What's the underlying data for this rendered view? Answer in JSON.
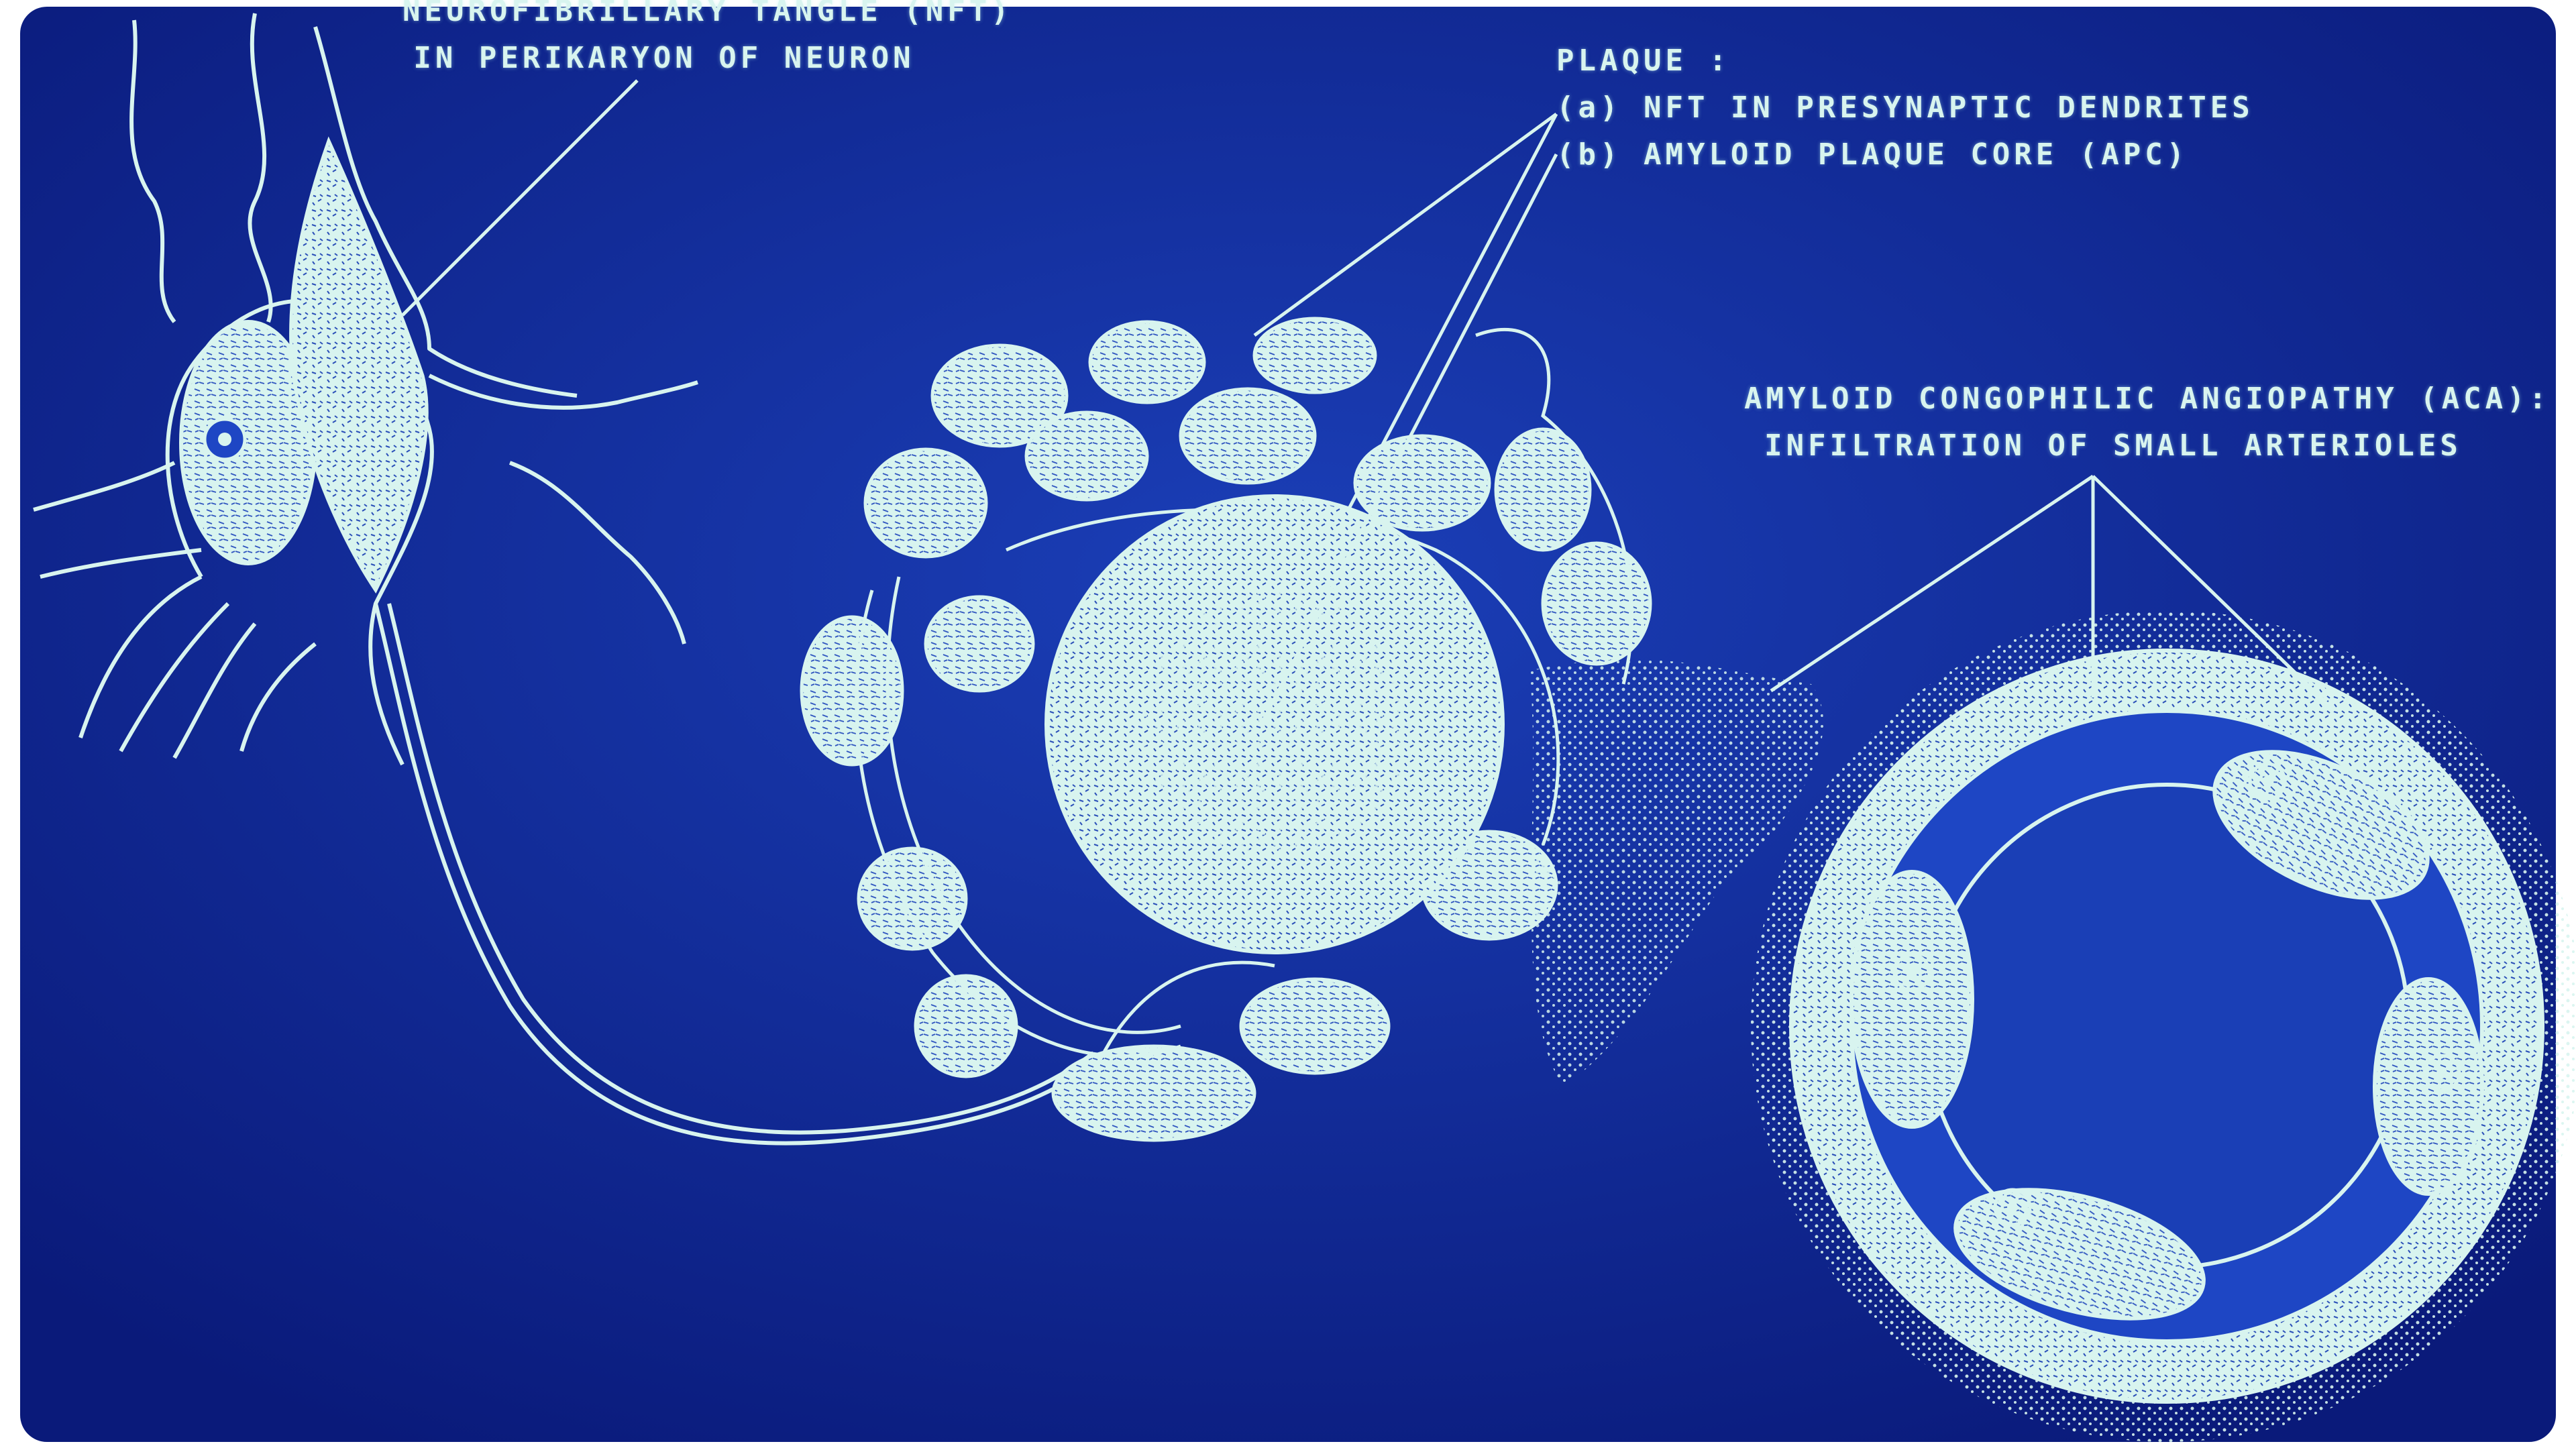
{
  "colors": {
    "background_center": "#1b3fb8",
    "background_edge": "#0a1a7a",
    "ink": "#d8f4ef"
  },
  "labels": {
    "nft_line1": "NEUROFIBRILLARY TANGLE (NFT)",
    "nft_line2": "IN PERIKARYON OF NEURON",
    "plaque_title": "PLAQUE :",
    "plaque_a": "(a) NFT IN PRESYNAPTIC DENDRITES",
    "plaque_b": "(b) AMYLOID PLAQUE CORE (APC)",
    "aca_line1": "AMYLOID CONGOPHILIC ANGIOPATHY (ACA):",
    "aca_line2": "INFILTRATION OF SMALL ARTERIOLES"
  }
}
